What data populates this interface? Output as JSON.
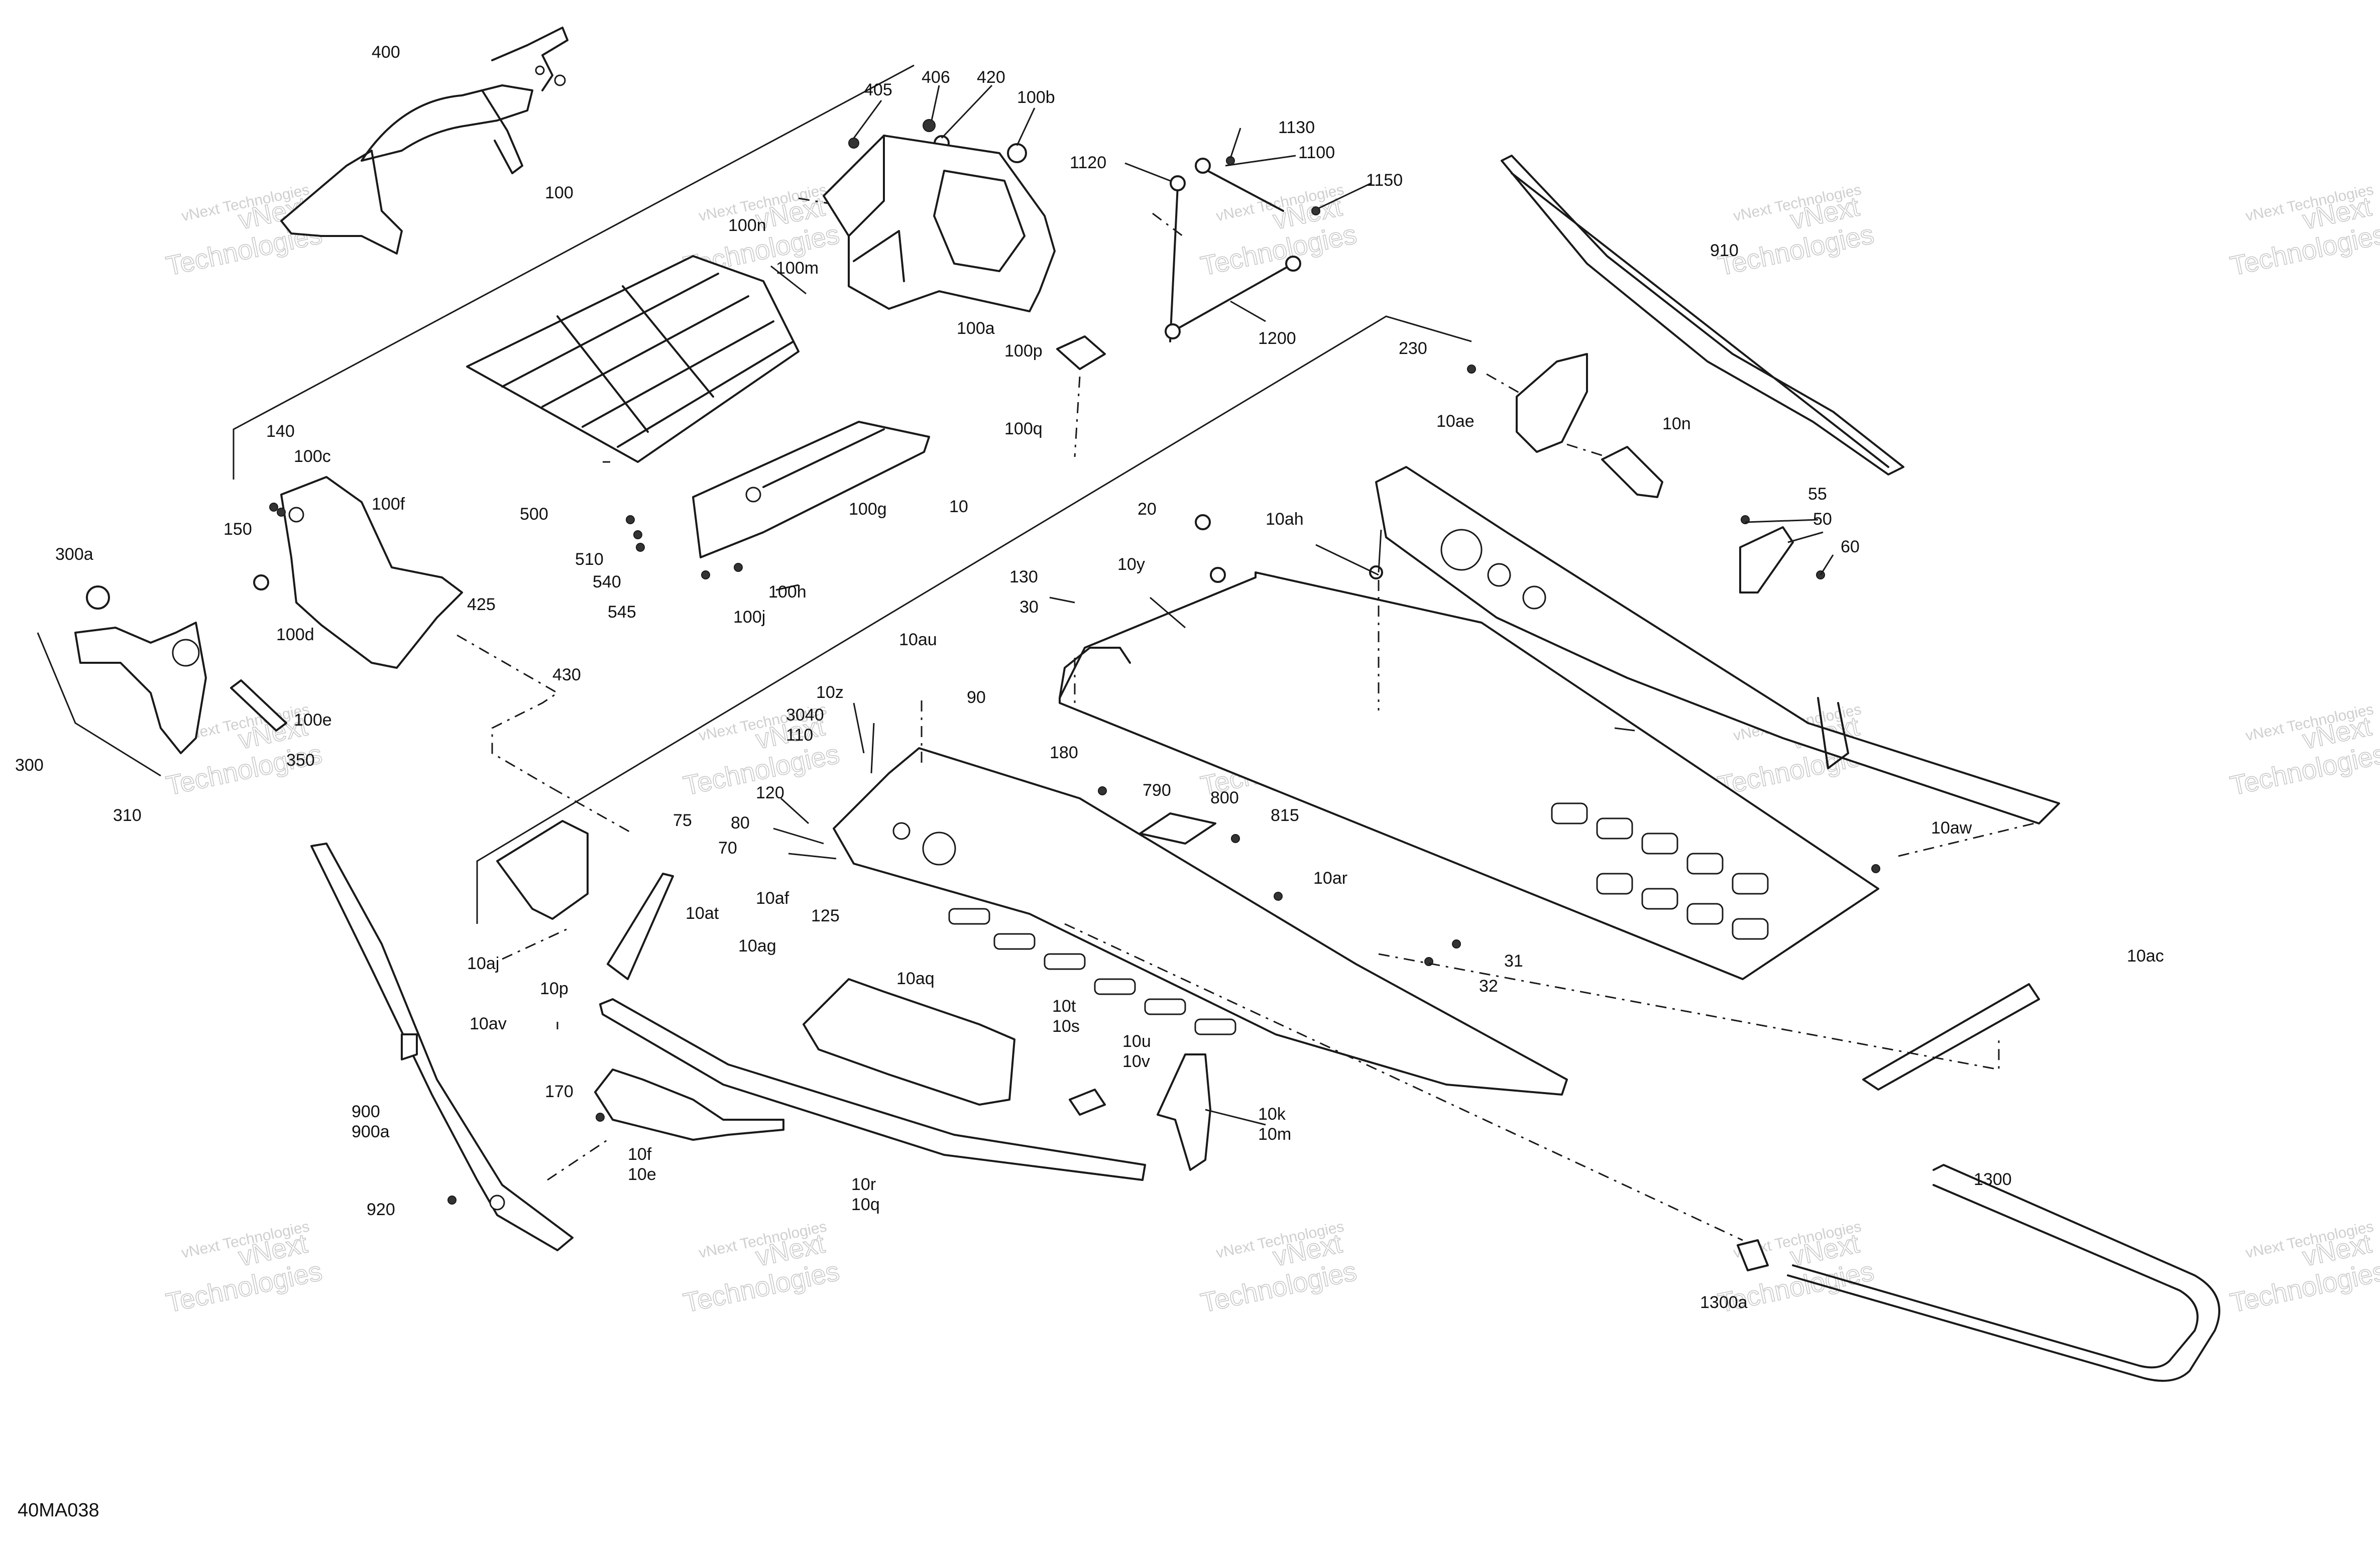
{
  "diagram_code": "40MA038",
  "watermark": {
    "brand_small": "vNext Technologies",
    "brand_line1": "vNext",
    "brand_line2": "Technologies"
  },
  "callouts": {
    "c400": "400",
    "c405": "405",
    "c406": "406",
    "c420": "420",
    "c100b": "100b",
    "c1130": "1130",
    "c1100": "1100",
    "c1120": "1120",
    "c1150": "1150",
    "c100": "100",
    "c100n": "100n",
    "c100m": "100m",
    "c100a": "100a",
    "c910": "910",
    "c1200": "1200",
    "c100p": "100p",
    "c100q": "100q",
    "c230": "230",
    "c10ae": "10ae",
    "c10n": "10n",
    "c140": "140",
    "c100c": "100c",
    "c100f": "100f",
    "c150": "150",
    "c500": "500",
    "c510": "510",
    "c540": "540",
    "c545": "545",
    "c100g": "100g",
    "c100h": "100h",
    "c100j": "100j",
    "c10": "10",
    "c20": "20",
    "c10ah": "10ah",
    "c55": "55",
    "c50": "50",
    "c60": "60",
    "c300a": "300a",
    "c100d": "100d",
    "c425": "425",
    "c130": "130",
    "c10y": "10y",
    "c30": "30",
    "c430": "430",
    "c100e": "100e",
    "c10au": "10au",
    "c90": "90",
    "c10z": "10z",
    "c3040": "3040",
    "c110": "110",
    "c180": "180",
    "c300": "300",
    "c350": "350",
    "c310": "310",
    "c120": "120",
    "c790": "790",
    "c800": "800",
    "c80": "80",
    "c815": "815",
    "c75": "75",
    "c70": "70",
    "c10af": "10af",
    "c10aw": "10aw",
    "c10ar": "10ar",
    "c125": "125",
    "c10at": "10at",
    "c10ag": "10ag",
    "c31": "31",
    "c10ac": "10ac",
    "c10aj": "10aj",
    "c10p": "10p",
    "c10aq": "10aq",
    "c32": "32",
    "c10av": "10av",
    "c10t": "10t",
    "c10s": "10s",
    "c10u": "10u",
    "c10v": "10v",
    "c170": "170",
    "c900": "900",
    "c900a": "900a",
    "c10k": "10k",
    "c10m": "10m",
    "c10f": "10f",
    "c10e": "10e",
    "c920": "920",
    "c10r": "10r",
    "c10q": "10q",
    "c1300": "1300",
    "c1300a": "1300a"
  }
}
